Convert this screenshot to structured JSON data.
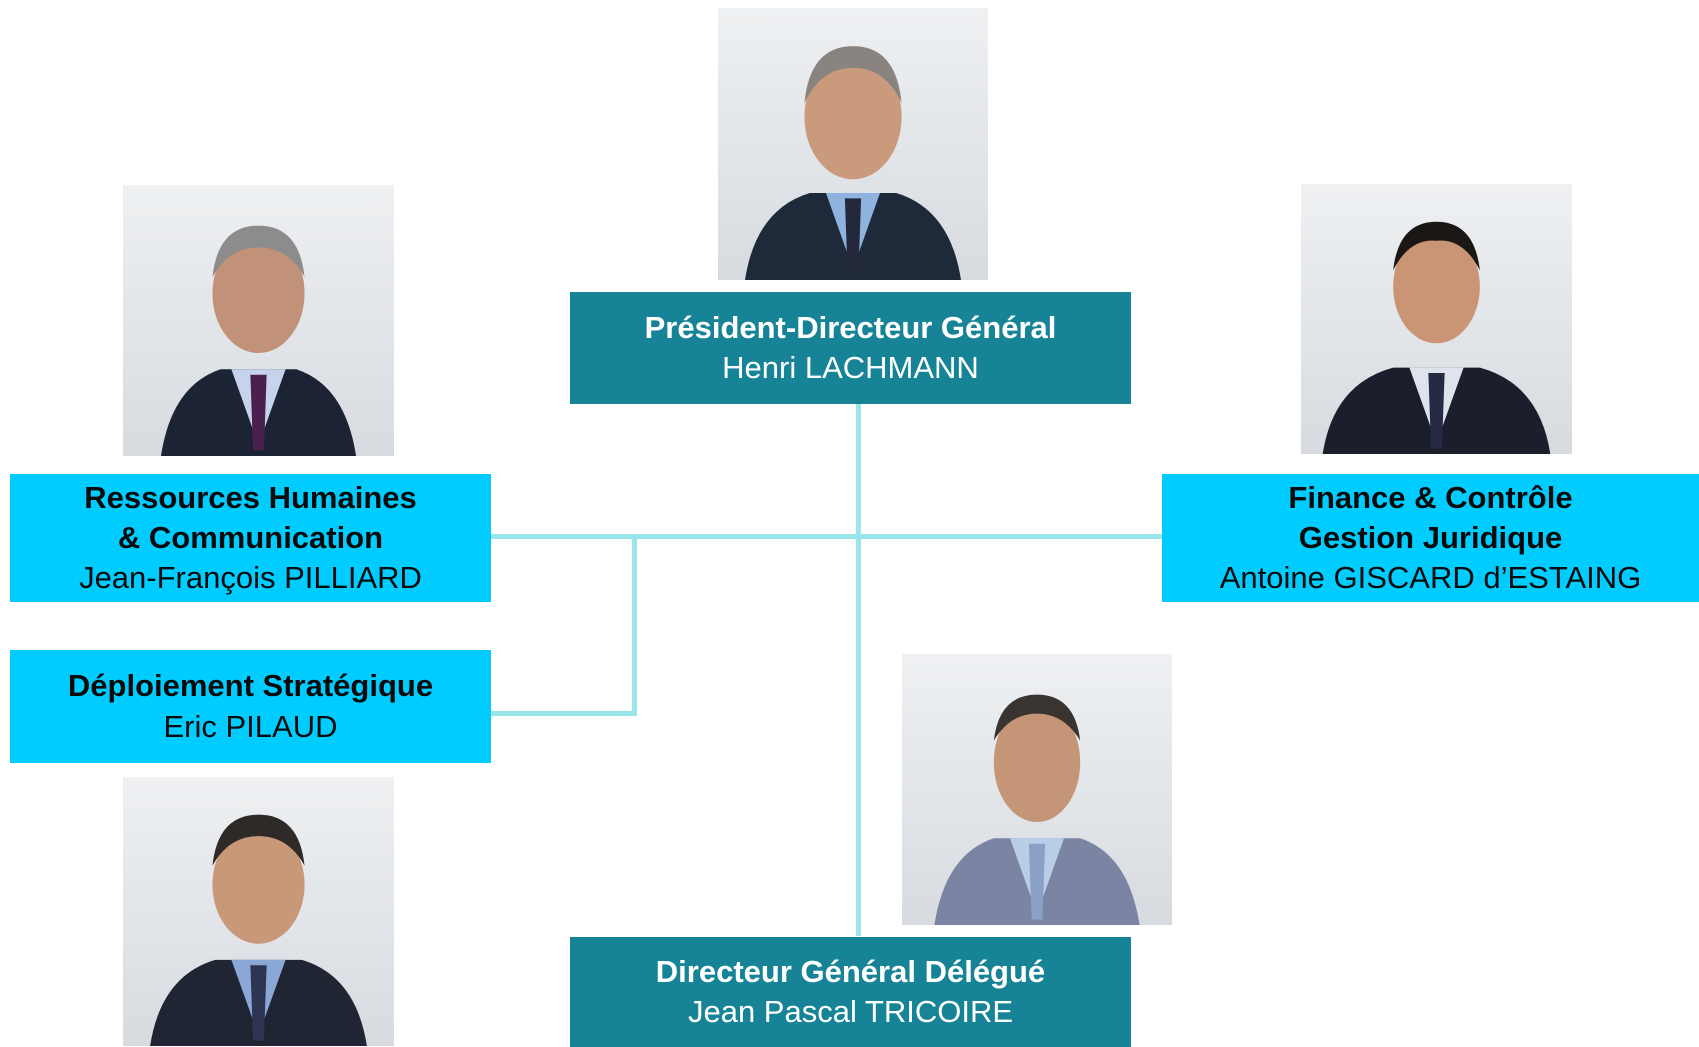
{
  "colors": {
    "executive_box": "#168496",
    "division_box": "#00ccff",
    "connector": "#99e6ea"
  },
  "chart_data": {
    "type": "org-chart",
    "nodes": [
      {
        "id": "ceo",
        "title": "Président-Directeur Général",
        "name": "Henri LACHMANN",
        "photo": "portrait-photo"
      },
      {
        "id": "hr",
        "title": "Ressources Humaines\n& Communication",
        "name": "Jean-François PILLIARD",
        "photo": "portrait-photo",
        "parent": "ceo"
      },
      {
        "id": "finance",
        "title": "Finance  & Contrôle\nGestion Juridique",
        "name": "Antoine GISCARD d’ESTAING",
        "photo": "portrait-photo",
        "parent": "ceo"
      },
      {
        "id": "strategy",
        "title": "Déploiement Stratégique",
        "name": "Eric PILAUD",
        "photo": "portrait-photo",
        "parent": "ceo"
      },
      {
        "id": "deputy",
        "title": "Directeur Général Délégué",
        "name": "Jean Pascal TRICOIRE",
        "photo": "portrait-photo",
        "parent": "ceo"
      }
    ]
  }
}
